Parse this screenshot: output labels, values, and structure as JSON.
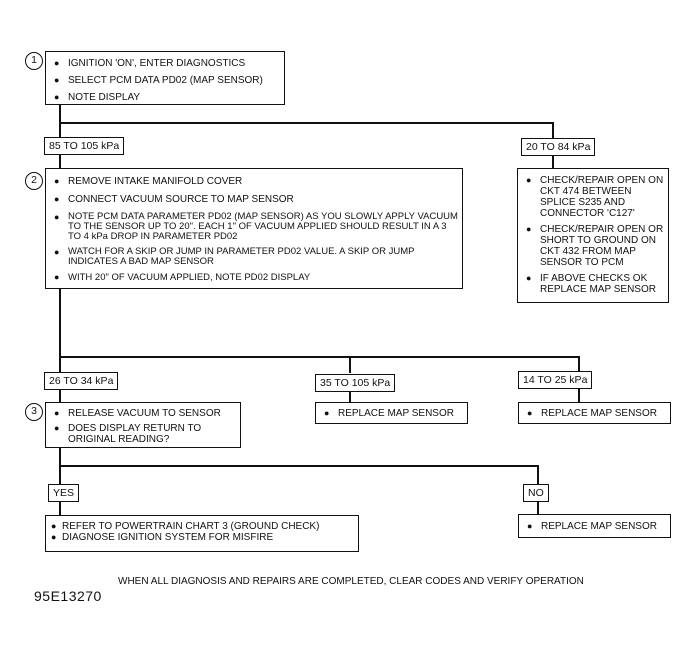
{
  "step1": {
    "number": "1",
    "items": [
      "IGNITION 'ON', ENTER DIAGNOSTICS",
      "SELECT PCM DATA PD02 (MAP SENSOR)",
      "NOTE DISPLAY"
    ]
  },
  "branch1": {
    "left_label": "85 TO 105 kPa",
    "right_label": "20 TO 84 kPa"
  },
  "step2": {
    "number": "2",
    "items": [
      "REMOVE INTAKE MANIFOLD COVER",
      "CONNECT VACUUM SOURCE TO MAP SENSOR",
      "NOTE PCM DATA PARAMETER PD02 (MAP SENSOR) AS YOU SLOWLY APPLY VACUUM TO THE SENSOR UP TO 20\". EACH 1\" OF VACUUM APPLIED SHOULD RESULT IN A 3 TO 4 kPa DROP IN PARAMETER PD02",
      "WATCH FOR A SKIP OR JUMP IN PARAMETER PD02 VALUE. A SKIP OR JUMP INDICATES A BAD MAP SENSOR",
      "WITH 20\" OF VACUUM APPLIED, NOTE PD02 DISPLAY"
    ]
  },
  "right_action": {
    "items": [
      "CHECK/REPAIR OPEN ON CKT 474 BETWEEN SPLICE S235 AND CONNECTOR 'C127'",
      "CHECK/REPAIR OPEN OR SHORT TO GROUND ON CKT 432 FROM MAP SENSOR TO PCM",
      "IF ABOVE CHECKS OK REPLACE MAP SENSOR"
    ]
  },
  "branch2": {
    "left_label": "26 TO 34 kPa",
    "middle_label": "35 TO 105 kPa",
    "right_label": "14 TO 25 kPa",
    "middle_action": "REPLACE MAP SENSOR",
    "right_action": "REPLACE MAP SENSOR"
  },
  "step3": {
    "number": "3",
    "items": [
      "RELEASE VACUUM TO SENSOR",
      "DOES DISPLAY RETURN TO ORIGINAL READING?"
    ]
  },
  "branch3": {
    "yes_label": "YES",
    "no_label": "NO",
    "yes_items": [
      "REFER TO POWERTRAIN CHART 3 (GROUND CHECK)",
      "DIAGNOSE IGNITION SYSTEM FOR MISFIRE"
    ],
    "no_action": "REPLACE MAP SENSOR"
  },
  "footer": {
    "note": "WHEN ALL DIAGNOSIS AND REPAIRS ARE COMPLETED, CLEAR CODES AND VERIFY OPERATION",
    "figure_code": "95E13270"
  }
}
